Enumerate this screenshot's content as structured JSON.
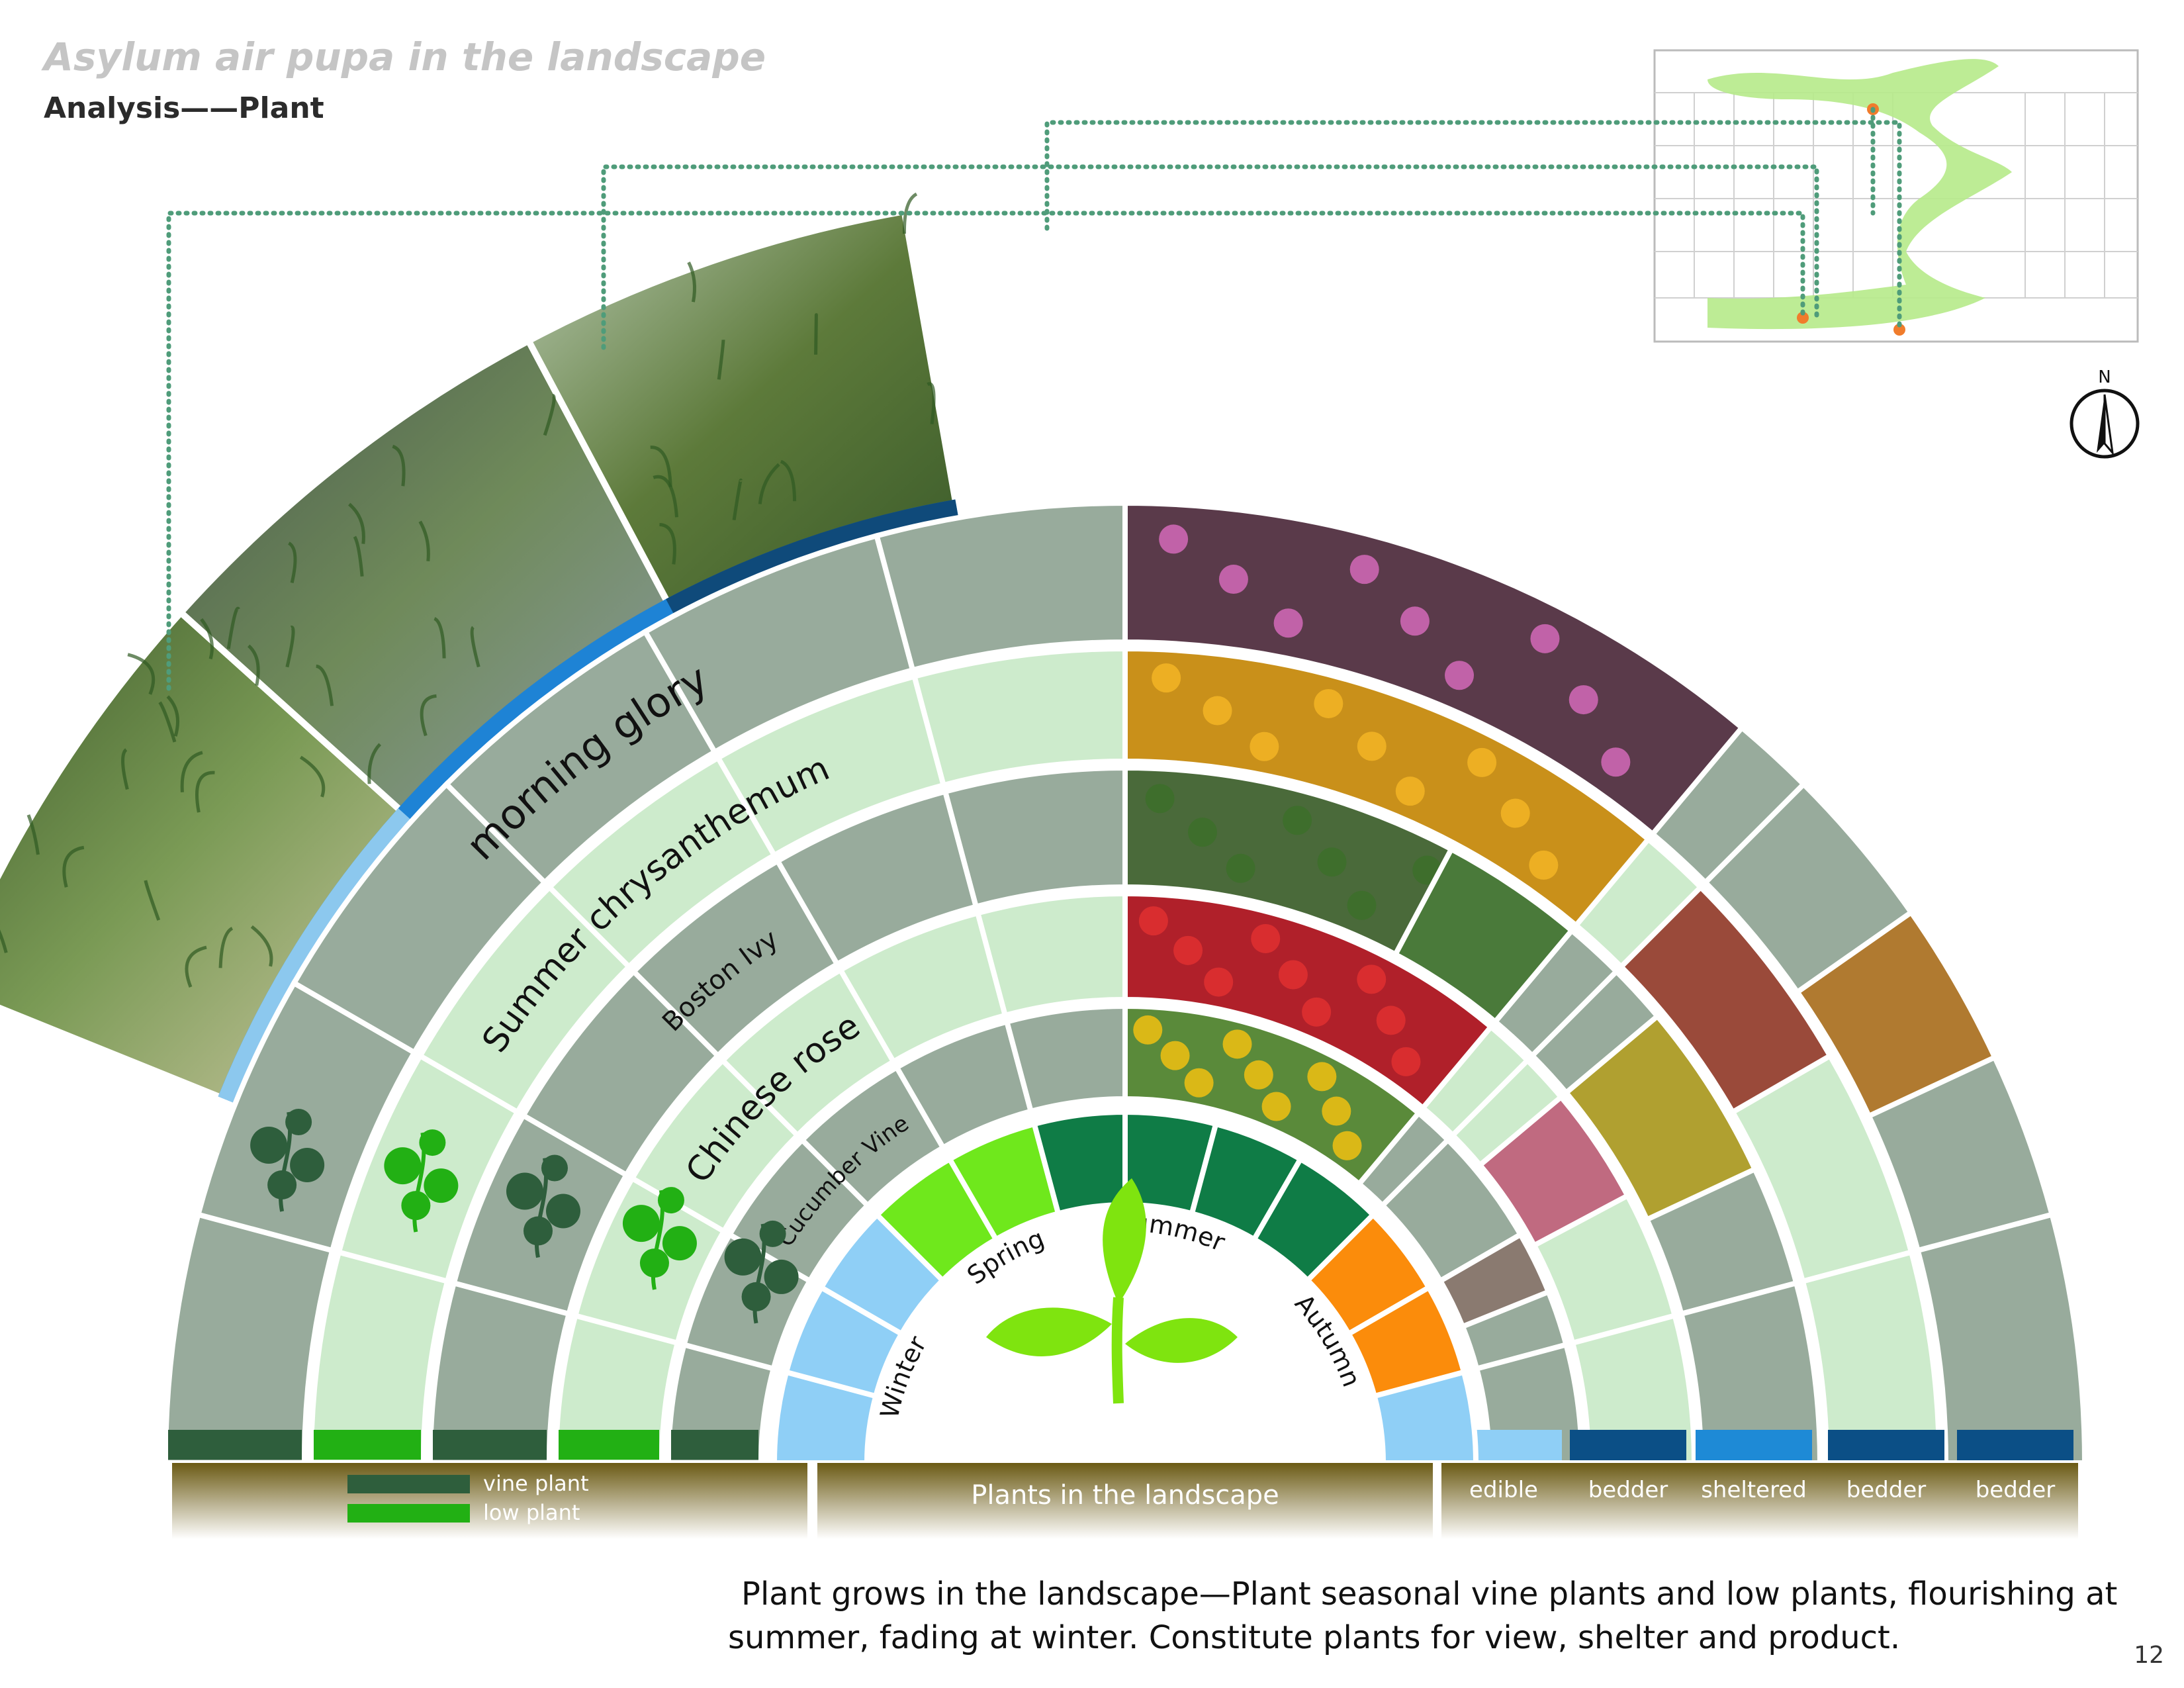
{
  "header": {
    "title": "Asylum air pupa in the landscape",
    "subtitle": "Analysis——Plant"
  },
  "rings": [
    {
      "plant": "morning glory",
      "type": "vine"
    },
    {
      "plant": "Summer chrysanthemum",
      "type": "low"
    },
    {
      "plant": "Boston Ivy",
      "type": "vine"
    },
    {
      "plant": "Chinese rose",
      "type": "low"
    },
    {
      "plant": "Cucumber Vine",
      "type": "vine"
    }
  ],
  "seasons": {
    "winter": "Winter",
    "spring": "Spring",
    "summer": "Summer",
    "autumn": "Autumn"
  },
  "legend": {
    "vine": "vine plant",
    "low": "low plant"
  },
  "bottom": {
    "center_label": "Plants in the landscape",
    "uses": [
      "edible",
      "bedder",
      "sheltered",
      "bedder",
      "bedder"
    ]
  },
  "compass": "N",
  "caption": {
    "line1": "Plant grows in the  landscape—Plant seasonal vine plants and low plants, flourishing at",
    "line2": "summer, fading at winter. Constitute plants for view, shelter and product."
  },
  "page_number": "12",
  "colors": {
    "vine_ring": "#98ab9c",
    "low_ring": "#cdebcc",
    "vine_dark": "#2e5e3c",
    "low_green": "#22b014",
    "winter": "#8fcff6",
    "spring": "#6fe81c",
    "summer": "#0f7c46",
    "autumn": "#fb8c0b",
    "base_band": "#6b5a14",
    "sprout": "#7fe40f",
    "photo_band": "#1e83d5"
  }
}
